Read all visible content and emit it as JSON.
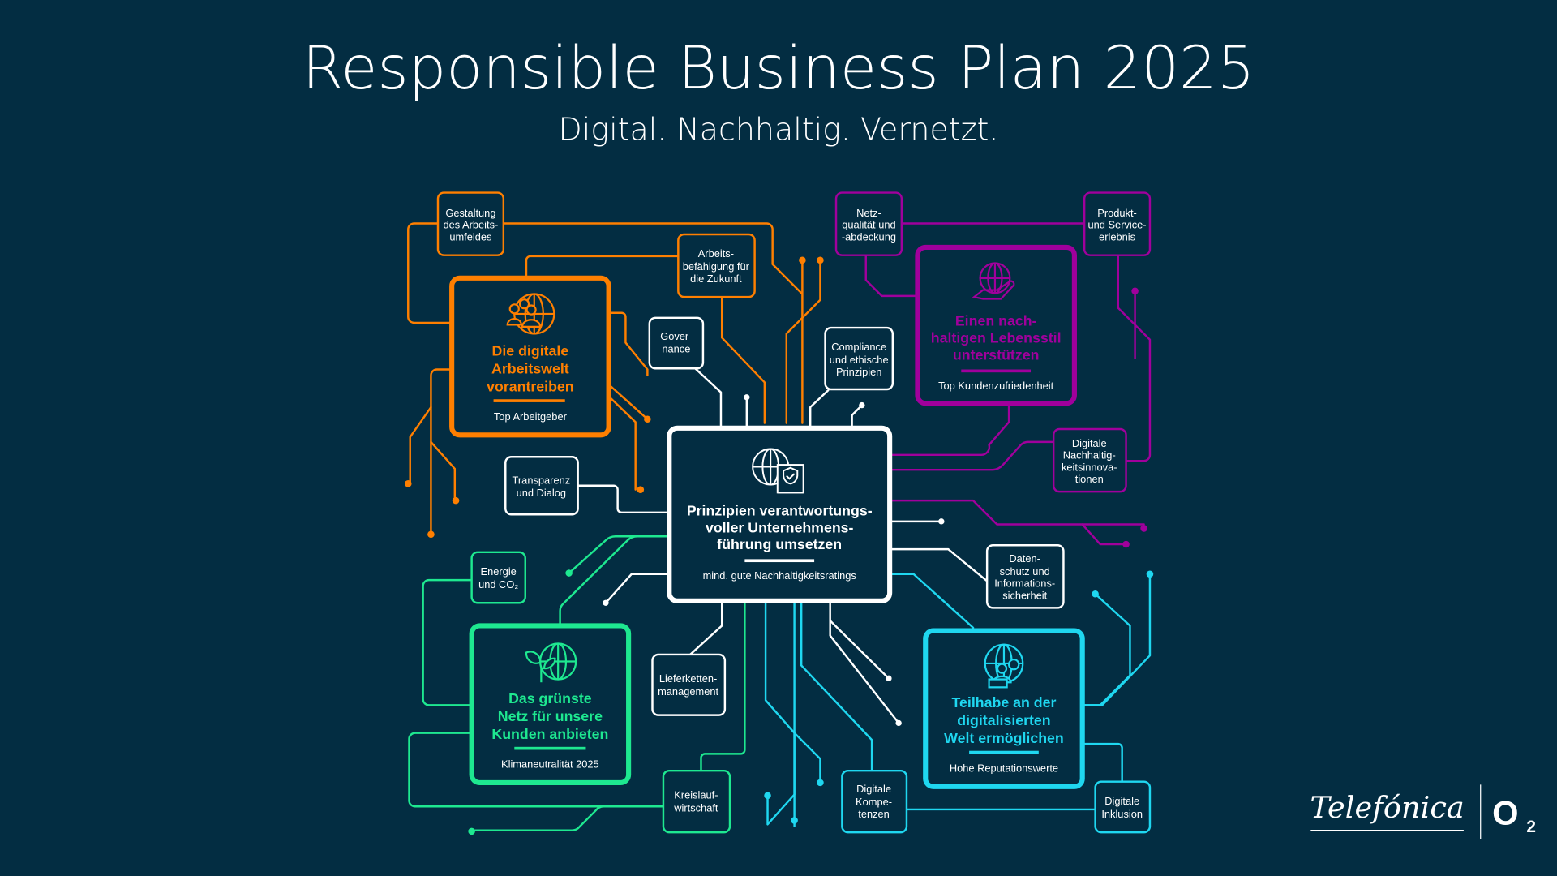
{
  "header": {
    "title": "Responsible Business Plan 2025",
    "subtitle": "Digital. Nachhaltig. Vernetzt."
  },
  "colors": {
    "background": "#032d42",
    "orange": "#ff7f00",
    "purple": "#a0009c",
    "green": "#1ee890",
    "cyan": "#1fd7f0",
    "white": "#ffffff"
  },
  "center": {
    "icon": "globe-document-shield-icon",
    "title_lines": [
      "Prinzipien verantwortungs-",
      "voller Unternehmens-",
      "führung umsetzen"
    ],
    "goal": "mind. gute Nachhaltigkeitsratings"
  },
  "pillars": [
    {
      "id": "orange",
      "icon": "people-globe-icon",
      "title_lines": [
        "Die digitale",
        "Arbeitswelt",
        "vorantreiben"
      ],
      "goal": "Top Arbeitgeber"
    },
    {
      "id": "purple",
      "icon": "globe-hand-icon",
      "title_lines": [
        "Einen nach-",
        "haltigen Lebensstil",
        "unterstützen"
      ],
      "goal": "Top Kundenzufriedenheit"
    },
    {
      "id": "green",
      "icon": "leaf-globe-icon",
      "title_lines": [
        "Das grünste",
        "Netz für unsere",
        "Kunden anbieten"
      ],
      "goal": "Klimaneutralität 2025"
    },
    {
      "id": "cyan",
      "icon": "globe-people-laptop-icon",
      "title_lines": [
        "Teilhabe an der",
        "digitalisierten",
        "Welt ermöglichen"
      ],
      "goal": "Hohe Reputationswerte"
    }
  ],
  "topics": {
    "orange": [
      {
        "lines": [
          "Gestaltung",
          "des Arbeits-",
          "umfeldes"
        ]
      },
      {
        "lines": [
          "Arbeits-",
          "befähigung für",
          "die Zukunft"
        ]
      }
    ],
    "purple": [
      {
        "lines": [
          "Netz-",
          "qualität und",
          "-abdeckung"
        ]
      },
      {
        "lines": [
          "Produkt-",
          "und Service-",
          "erlebnis"
        ]
      },
      {
        "lines": [
          "Digitale",
          "Nachhaltig-",
          "keitsinnova-",
          "tionen"
        ]
      }
    ],
    "white": [
      {
        "lines": [
          "Gover-",
          "nance"
        ]
      },
      {
        "lines": [
          "Compliance",
          "und ethische",
          "Prinzipien"
        ]
      },
      {
        "lines": [
          "Transparenz",
          "und Dialog"
        ]
      },
      {
        "lines": [
          "Daten-",
          "schutz und",
          "Informations-",
          "sicherheit"
        ]
      },
      {
        "lines": [
          "Lieferketten-",
          "management"
        ]
      }
    ],
    "green": [
      {
        "lines": [
          "Energie",
          "und CO₂"
        ]
      },
      {
        "lines": [
          "Kreislauf-",
          "wirtschaft"
        ]
      }
    ],
    "cyan": [
      {
        "lines": [
          "Digitale",
          "Kompe-",
          "tenzen"
        ]
      },
      {
        "lines": [
          "Digitale",
          "Inklusion"
        ]
      }
    ]
  },
  "logos": {
    "telefonica": "Telefónica",
    "o2": "O",
    "o2_sub": "2"
  }
}
